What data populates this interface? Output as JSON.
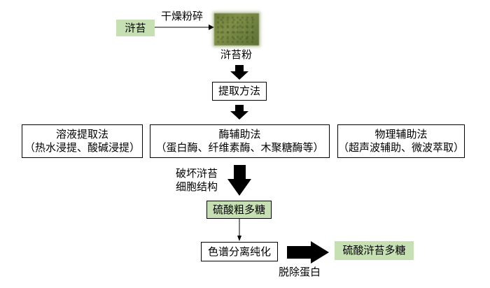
{
  "raw_material": "浒苔",
  "drying_step": "干燥粉碎",
  "powder_label": "浒苔粉",
  "extraction_method": "提取方法",
  "methods": [
    {
      "title": "溶液提取法",
      "detail": "（热水浸提、酸碱浸提）"
    },
    {
      "title": "酶辅助法",
      "detail": "（蛋白酶、纤维素酶、木聚糖酶等）"
    },
    {
      "title": "物理辅助法",
      "detail": "（超声波辅助、微波萃取）"
    }
  ],
  "break_note": [
    "破坏浒苔",
    "细胞结构"
  ],
  "crude_product": "硫酸粗多糖",
  "purification": "色谱分离纯化",
  "deproteinize": "脱除蛋白",
  "final_product": "硫酸浒苔多糖",
  "colors": {
    "green_box": "#c6e0b4",
    "powder": "#6f8140",
    "arrow": "#000000"
  },
  "icons": {
    "powder_image": "seaweed-powder-image"
  }
}
